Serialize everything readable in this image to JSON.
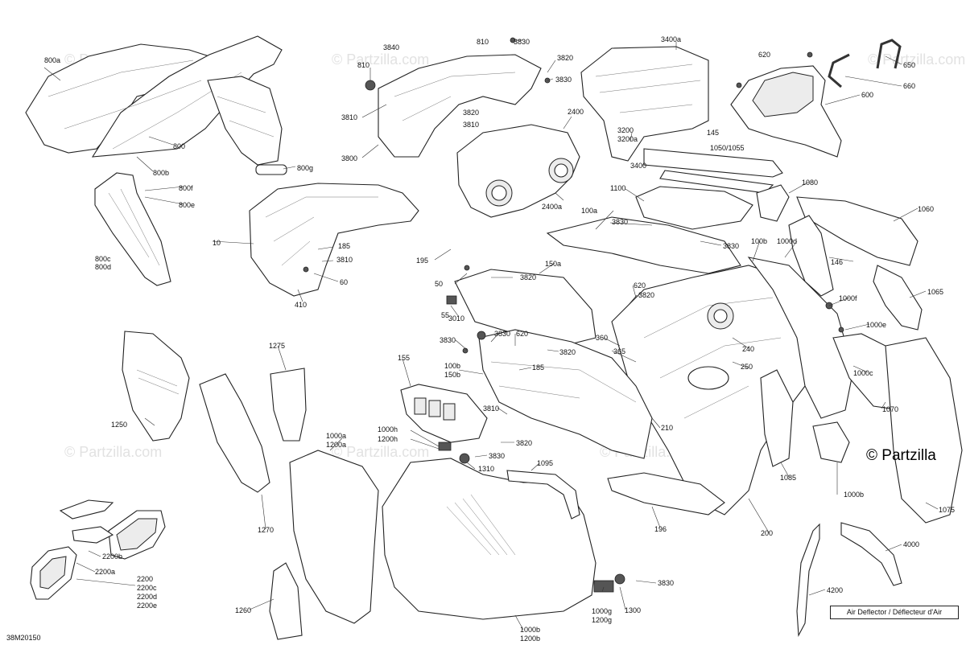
{
  "diagram": {
    "reference_code": "38M20150",
    "copyright_text": "© Partzilla",
    "watermark_text": "© Partzilla.com",
    "legend_box": "Air Deflector / Déflecteur d'Air",
    "labels": [
      "800a",
      "800",
      "800b",
      "800f",
      "800e",
      "800c",
      "800d",
      "800g",
      "3840",
      "810",
      "3810",
      "3800",
      "3830",
      "3820",
      "3830",
      "3820",
      "3810",
      "810",
      "10",
      "185",
      "3810",
      "60",
      "410",
      "195",
      "3400a",
      "3200",
      "3200a",
      "3400",
      "2400",
      "2400a",
      "145",
      "1050/1055",
      "620",
      "650",
      "660",
      "600",
      "1080",
      "1060",
      "1100",
      "3830",
      "100a",
      "3830",
      "100b",
      "1000d",
      "146",
      "1065",
      "50",
      "3820",
      "150a",
      "55",
      "3010",
      "620",
      "3820",
      "360",
      "365",
      "240",
      "250",
      "1000f",
      "1000e",
      "1000c",
      "3830",
      "3830",
      "620",
      "3820",
      "155",
      "100b",
      "150b",
      "185",
      "210",
      "3810",
      "1070",
      "1250",
      "1275",
      "1000h",
      "1200h",
      "3820",
      "1310",
      "3830",
      "1095",
      "1000a",
      "1200a",
      "1085",
      "1000b",
      "1075",
      "196",
      "200",
      "1270",
      "2200b",
      "2200a",
      "2200",
      "2200c",
      "2200d",
      "2200e",
      "1260",
      "1000b",
      "1200b",
      "1000g",
      "1200g",
      "1300",
      "3830",
      "4000",
      "4200"
    ]
  }
}
